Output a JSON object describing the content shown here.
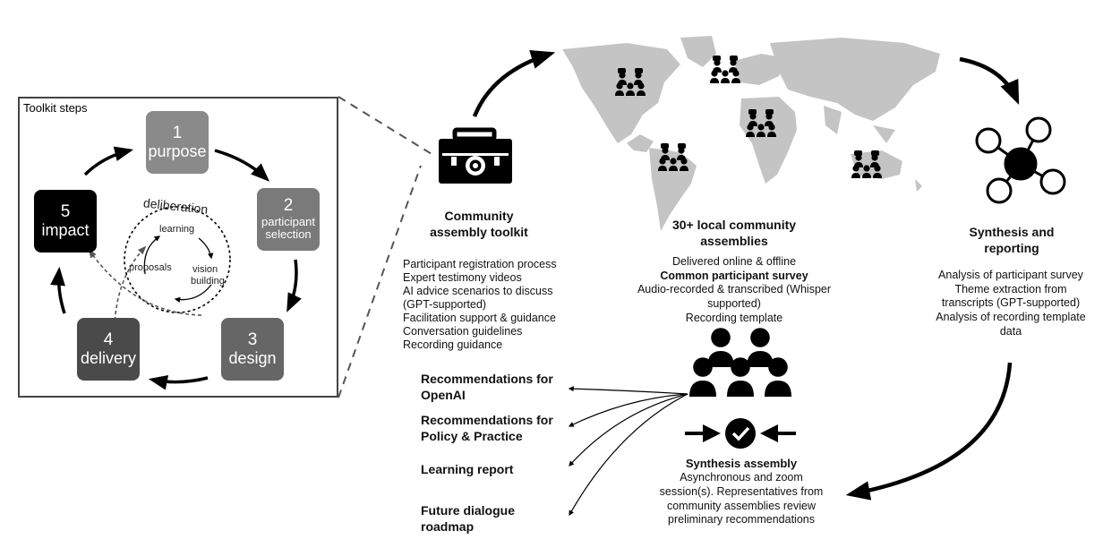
{
  "toolkit_panel": {
    "title": "Toolkit steps",
    "steps": [
      {
        "num": "1",
        "label": "purpose",
        "color": "#8a8a8a"
      },
      {
        "num": "2",
        "label": "participant selection",
        "color": "#7a7a7a"
      },
      {
        "num": "3",
        "label": "design",
        "color": "#666666"
      },
      {
        "num": "4",
        "label": "delivery",
        "color": "#4a4a4a"
      },
      {
        "num": "5",
        "label": "impact",
        "color": "#000000"
      }
    ],
    "deliberation": {
      "title": "deliberation",
      "learning": "learning",
      "vision": "vision",
      "building": "building",
      "proposals": "proposals"
    }
  },
  "toolkit": {
    "heading_line1": "Community",
    "heading_line2": "assembly toolkit",
    "items": [
      "Participant registration process",
      "Expert testimony videos",
      "AI advice scenarios to discuss",
      "(GPT-supported)",
      "Facilitation support & guidance",
      "Conversation guidelines",
      "Recording guidance"
    ]
  },
  "local_assemblies": {
    "heading_line1": "30+ local community",
    "heading_line2": "assemblies",
    "line1": "Delivered online & offline",
    "line2": "Common participant survey",
    "line3": "Audio-recorded & transcribed (Whisper",
    "line4": "supported)",
    "line5": "Recording template"
  },
  "synthesis_reporting": {
    "heading_line1": "Synthesis and",
    "heading_line2": "reporting",
    "lines": [
      "Analysis of participant survey",
      "Theme extraction from",
      "transcripts (GPT-supported)",
      "Analysis of recording template",
      "data"
    ]
  },
  "synthesis_assembly": {
    "heading": "Synthesis assembly",
    "lines": [
      "Asynchronous and zoom",
      "session(s). Representatives from",
      "community assemblies review",
      "preliminary recommendations"
    ]
  },
  "outputs": [
    {
      "line1": "Recommendations for",
      "line2": "OpenAI"
    },
    {
      "line1": "Recommendations for",
      "line2": "Policy & Practice"
    },
    {
      "line1": "Learning report",
      "line2": ""
    },
    {
      "line1": "Future dialogue",
      "line2": "roadmap"
    }
  ],
  "colors": {
    "map": "#c4c4c4",
    "frame": "#444444",
    "ink": "#111111"
  },
  "icons": [
    "toolbox-icon",
    "world-map",
    "group-icon",
    "synthesis-network-icon",
    "assembly-people-icon"
  ]
}
